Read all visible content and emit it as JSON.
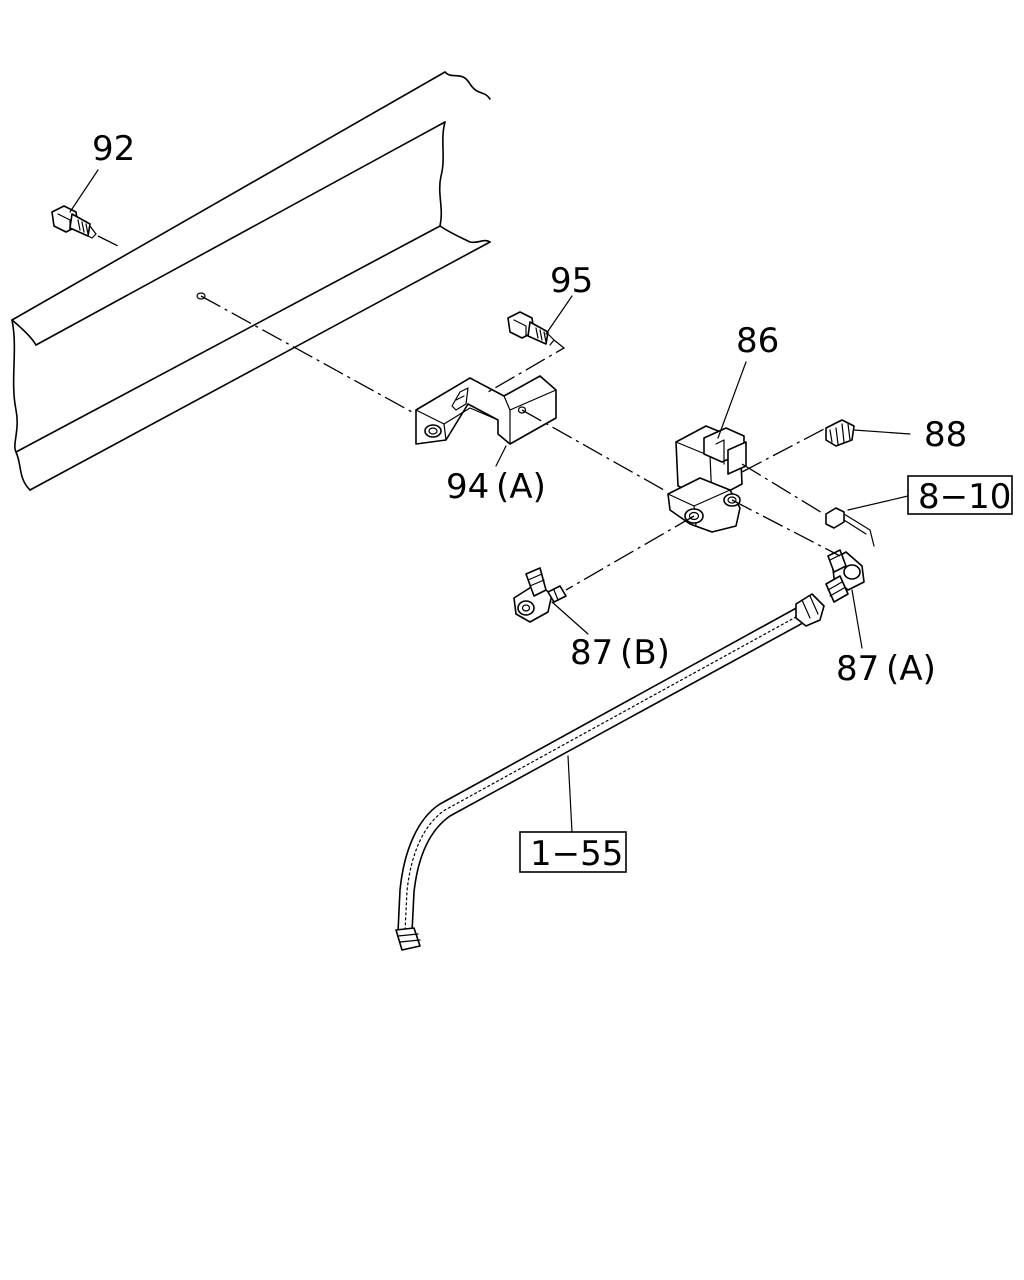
{
  "callouts": {
    "p92": "92",
    "p95": "95",
    "p86": "86",
    "p88": "88",
    "p94a": "94 (A)",
    "p87b": "87 (B)",
    "p87a": "87 (A)"
  },
  "references": {
    "ref_8_10": "8−10",
    "ref_1_55": "1−55"
  }
}
